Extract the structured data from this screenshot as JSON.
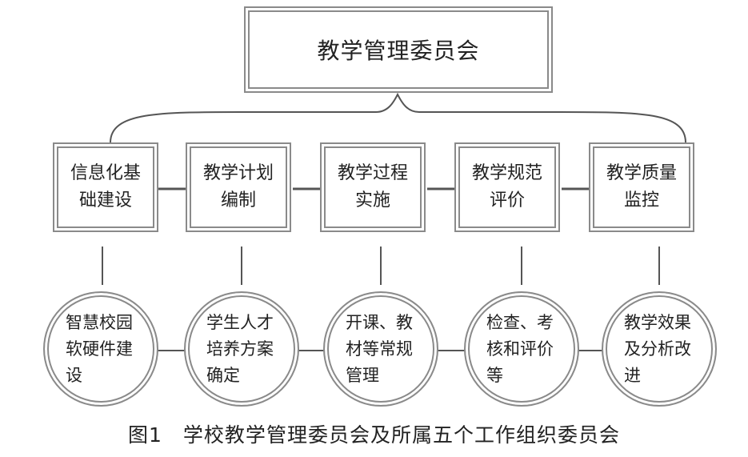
{
  "top_node": {
    "label": "教学管理委员会"
  },
  "level1": [
    {
      "label": "信息化基础建设"
    },
    {
      "label": "教学计划编制"
    },
    {
      "label": "教学过程实施"
    },
    {
      "label": "教学规范评价"
    },
    {
      "label": "教学质量监控"
    }
  ],
  "level2": [
    {
      "label": "智慧校园软硬件建设"
    },
    {
      "label": "学生人才培养方案确定"
    },
    {
      "label": "开课、教材等常规管理"
    },
    {
      "label": "检查、考核和评价等"
    },
    {
      "label": "教学效果及分析改进"
    }
  ],
  "caption": "图1　学校教学管理委员会及所属五个工作组织委员会",
  "colors": {
    "border": "#8a8a8a",
    "text": "#222222",
    "background": "#ffffff"
  }
}
